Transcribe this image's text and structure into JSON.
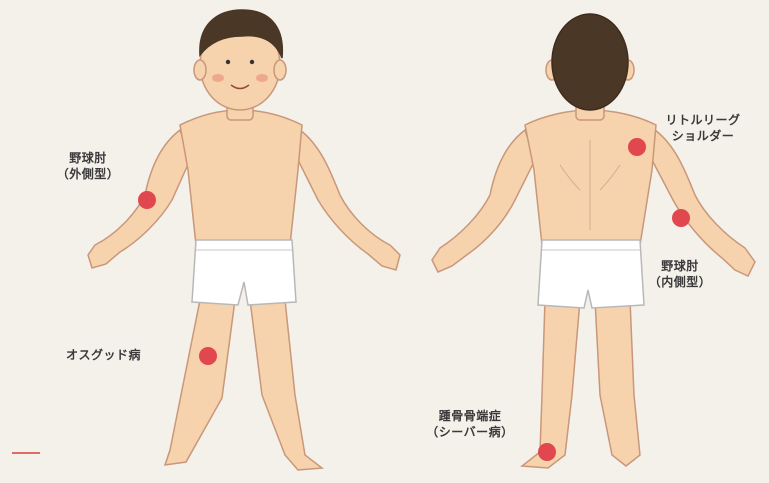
{
  "colors": {
    "background": "#f4f1ea",
    "skin": "#f6d3ad",
    "skin_outline": "#c9977a",
    "hair": "#4b3726",
    "shorts": "#ffffff",
    "injury_marker": "#e0474f",
    "accent_line": "#e06a6a"
  },
  "front_figure": {
    "labels": {
      "elbow": {
        "line1": "野球肘",
        "line2": "（外側型）"
      },
      "knee": {
        "line1": "オスグッド病"
      }
    }
  },
  "back_figure": {
    "labels": {
      "shoulder": {
        "line1": "リトルリーグ",
        "line2": "ショルダー"
      },
      "elbow": {
        "line1": "野球肘",
        "line2": "（内側型）"
      },
      "heel": {
        "line1": "踵骨骨端症",
        "line2": "（シーバー病）"
      }
    }
  },
  "icons": {
    "marker": "injury-marker-icon"
  }
}
